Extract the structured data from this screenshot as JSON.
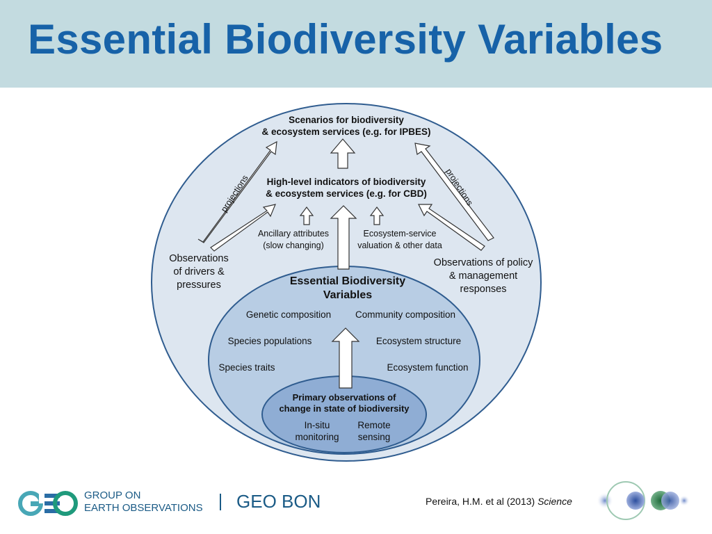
{
  "title": "Essential Biodiversity Variables",
  "diagram": {
    "scenarios": [
      "Scenarios for biodiversity",
      "& ecosystem services (e.g. for IPBES)"
    ],
    "indicators": [
      "High-level  indicators of biodiversity",
      "& ecosystem services (e.g. for CBD)"
    ],
    "ancillary": [
      "Ancillary attributes",
      "(slow changing)"
    ],
    "valuation": [
      "Ecosystem-service",
      "valuation & other data"
    ],
    "drivers": [
      "Observations",
      "of drivers &",
      "pressures"
    ],
    "policy": [
      "Observations of policy",
      "& management",
      "responses"
    ],
    "projections_left": "projections",
    "projections_right": "projections",
    "ebv_title": [
      "Essential Biodiversity",
      "Variables"
    ],
    "ebv_classes": {
      "genetic": "Genetic composition",
      "community": "Community composition",
      "species_pop": "Species populations",
      "eco_structure": "Ecosystem structure",
      "traits": "Species traits",
      "eco_function": "Ecosystem function"
    },
    "primary": [
      "Primary observations of",
      "change in state of biodiversity"
    ],
    "insitu": [
      "In-situ",
      "monitoring"
    ],
    "remote": [
      "Remote",
      "sensing"
    ]
  },
  "footer": {
    "geo_logo": "GEO",
    "geo_name": [
      "GROUP ON",
      "EARTH OBSERVATIONS"
    ],
    "geobon": "GEO BON",
    "citation": "Pereira, H.M. et al (2013) ",
    "citation_journal": "Science"
  },
  "colors": {
    "header_bg": "#c3dbe0",
    "title": "#1762a8",
    "outer_ellipse": "#dde6f0",
    "middle_ellipse": "#b8cde4",
    "inner_ellipse": "#8fadd4",
    "stroke": "#2f5c8f"
  }
}
